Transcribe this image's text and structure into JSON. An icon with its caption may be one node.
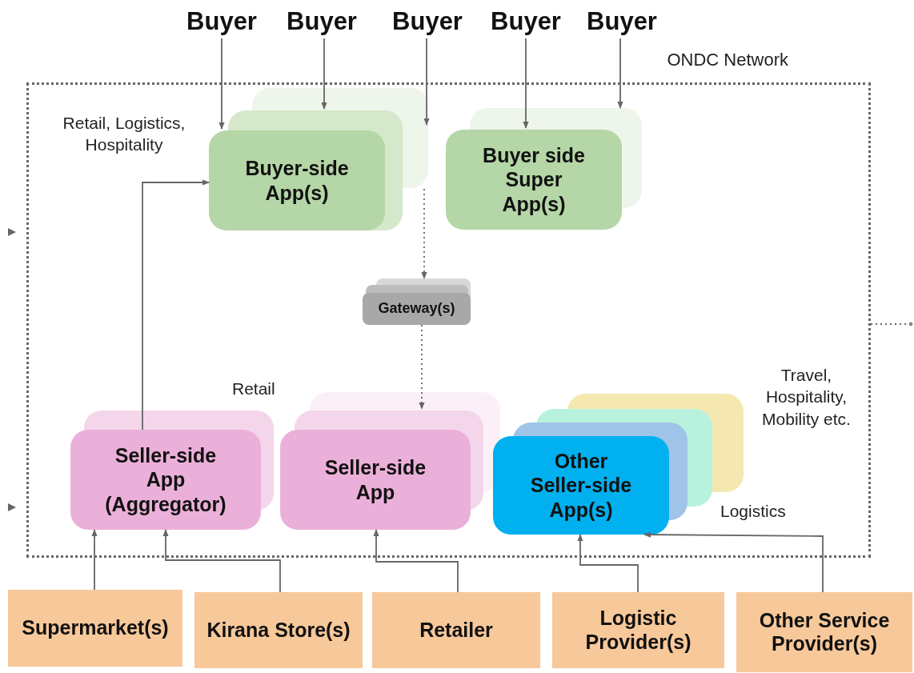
{
  "diagram": {
    "nodes": [
      {
        "text": [
          "ONDC Network"
        ]
      },
      {
        "text": [
          "Buyer"
        ]
      },
      {
        "text": [
          "Buyer"
        ]
      },
      {
        "text": [
          "Buyer"
        ]
      },
      {
        "text": [
          "Buyer"
        ]
      },
      {
        "text": [
          "Buyer"
        ]
      },
      {
        "text": [
          "Buyer-side App(s)"
        ],
        "in": 0,
        "beside": [
          "Retail, Logistics, Hospitality"
        ]
      },
      {
        "text": [
          "Buyer side Super App(s)"
        ],
        "in": 0
      },
      {
        "text": [
          "Gateway(s)"
        ],
        "in": 0
      },
      {
        "text": [
          "Seller-side App (Aggregator)"
        ],
        "in": 0
      },
      {
        "text": [
          "Seller-side App"
        ],
        "in": 0
      },
      {
        "text": [
          "Other Seller-side App(s)"
        ],
        "in": 0
      },
      {
        "text": [
          "Supermarket(s)"
        ]
      },
      {
        "text": [
          "Kirana Store(s)"
        ]
      },
      {
        "text": [
          "Retailer"
        ]
      },
      {
        "text": [
          "Logistic Provider(s)"
        ]
      },
      {
        "text": [
          "Other Service Provider(s)"
        ]
      }
    ],
    "edges": [
      {
        "from": 1,
        "to": 6,
        "arrow": "to"
      },
      {
        "from": 2,
        "to": 6,
        "arrow": "to"
      },
      {
        "from": 3,
        "to": 6,
        "arrow": "to"
      },
      {
        "from": 4,
        "to": 7,
        "arrow": "to"
      },
      {
        "from": 5,
        "to": 7,
        "arrow": "to"
      },
      {
        "from": 6,
        "to": 8,
        "arrow": "to",
        "style": "dashed"
      },
      {
        "from": 8,
        "to": 10,
        "arrow": "to",
        "style": "dashed"
      },
      {
        "from": 9,
        "to": 6,
        "arrow": "to"
      },
      {
        "from": 12,
        "to": 9,
        "arrow": "to"
      },
      {
        "from": 13,
        "to": 9,
        "arrow": "to"
      },
      {
        "from": 14,
        "to": 10,
        "arrow": "to"
      },
      {
        "from": 15,
        "to": 11,
        "arrow": "to"
      },
      {
        "from": 16,
        "to": 11,
        "arrow": "to"
      },
      {
        "from": 0,
        "to": null,
        "arrow": "other",
        "style": "dashed"
      }
    ],
    "labels": [
      "Retail",
      "Travel, Hospitality, Mobility etc.",
      "Logistics"
    ]
  }
}
